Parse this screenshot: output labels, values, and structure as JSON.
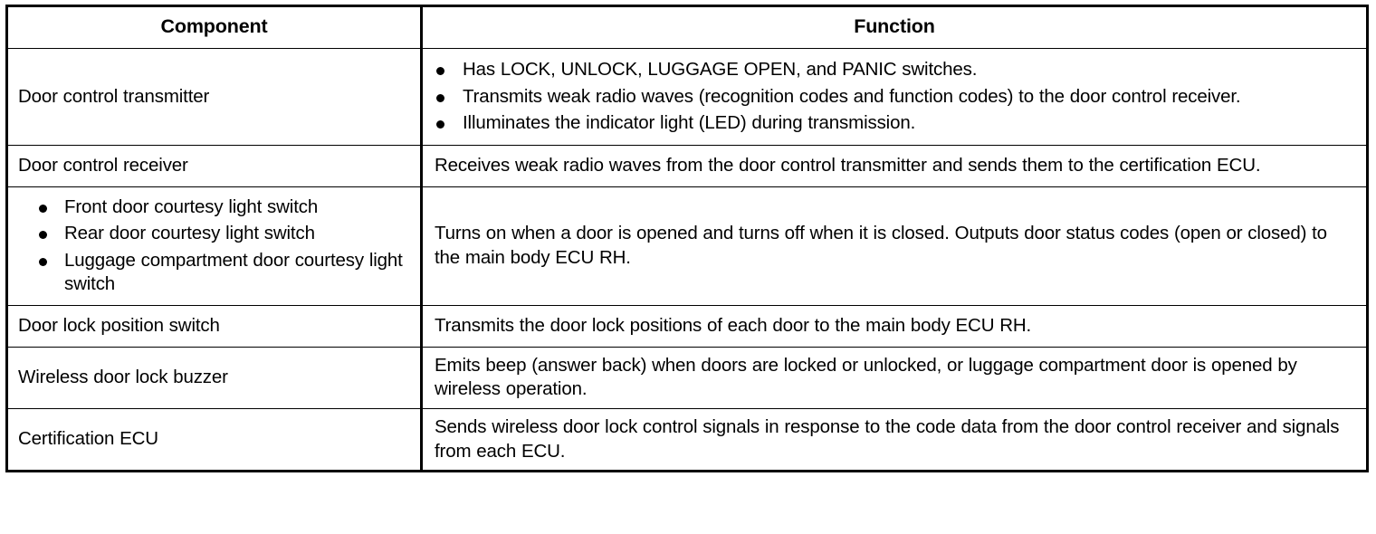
{
  "table": {
    "headers": {
      "component": "Component",
      "function": "Function"
    },
    "rows": [
      {
        "component_text": "Door control transmitter",
        "component_bullets": [],
        "function_text": "",
        "function_bullets": [
          "Has LOCK, UNLOCK, LUGGAGE OPEN, and PANIC switches.",
          "Transmits weak radio waves (recognition codes and function codes) to the door control receiver.",
          "Illuminates the indicator light (LED) during transmission."
        ]
      },
      {
        "component_text": "Door control receiver",
        "component_bullets": [],
        "function_text": "Receives weak radio waves from the door control transmitter and sends them to the certification ECU.",
        "function_bullets": []
      },
      {
        "component_text": "",
        "component_bullets": [
          "Front door courtesy light switch",
          "Rear door courtesy light switch",
          "Luggage compartment door courtesy light switch"
        ],
        "function_text": "Turns on when a door is opened and turns off when it is closed. Outputs door status codes (open or closed) to the main body ECU RH.",
        "function_bullets": []
      },
      {
        "component_text": "Door lock position switch",
        "component_bullets": [],
        "function_text": "Transmits the door lock positions of each door to the main body ECU RH.",
        "function_bullets": []
      },
      {
        "component_text": "Wireless door lock buzzer",
        "component_bullets": [],
        "function_text": "Emits beep (answer back) when doors are locked or unlocked, or luggage compartment door is opened by wireless operation.",
        "function_bullets": []
      },
      {
        "component_text": "Certification ECU",
        "component_bullets": [],
        "function_text": "Sends wireless door lock control signals in response to the code data from the door control receiver and signals from each ECU.",
        "function_bullets": []
      }
    ]
  },
  "colors": {
    "border": "#000000",
    "text": "#000000",
    "background": "#ffffff"
  }
}
